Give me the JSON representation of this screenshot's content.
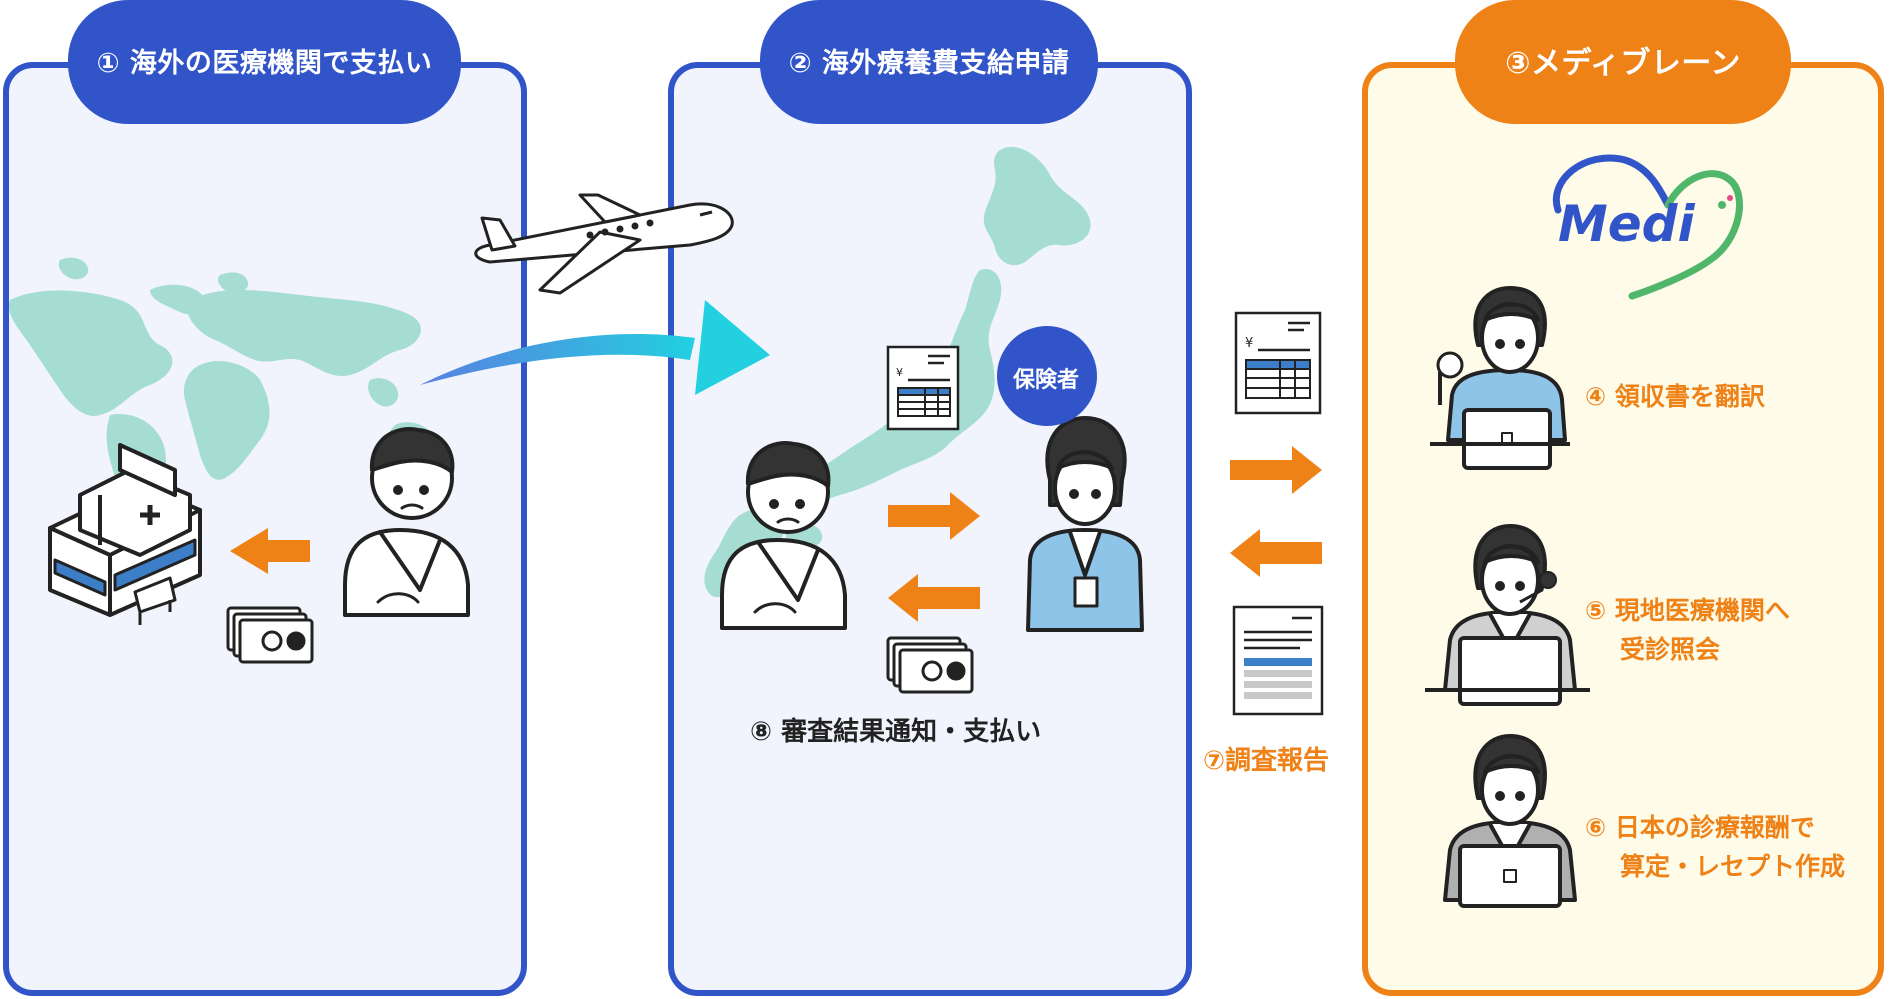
{
  "panels": {
    "step1_title": "① 海外の医療機関で支払い",
    "step2_title": "② 海外療養費支給申請",
    "step3_title": "③メディブレーン"
  },
  "labels": {
    "insurer": "保険者",
    "step8": "⑧ 審査結果通知・支払い",
    "step7": "⑦調査報告",
    "step4": "④ 領収書を翻訳",
    "step5_line1": "⑤ 現地医療機関へ",
    "step5_line2": "受診照会",
    "step6_line1": "⑥ 日本の診療報酬で",
    "step6_line2": "算定・レセプト作成",
    "logo_text": "Medi",
    "yen_symbol": "¥"
  },
  "colors": {
    "blue": "#3155c9",
    "orange": "#ef8217",
    "map_teal": "#a6ddd3",
    "panel_blue_bg": "#f1f4fc",
    "panel_orange_bg": "#fefbe9"
  }
}
